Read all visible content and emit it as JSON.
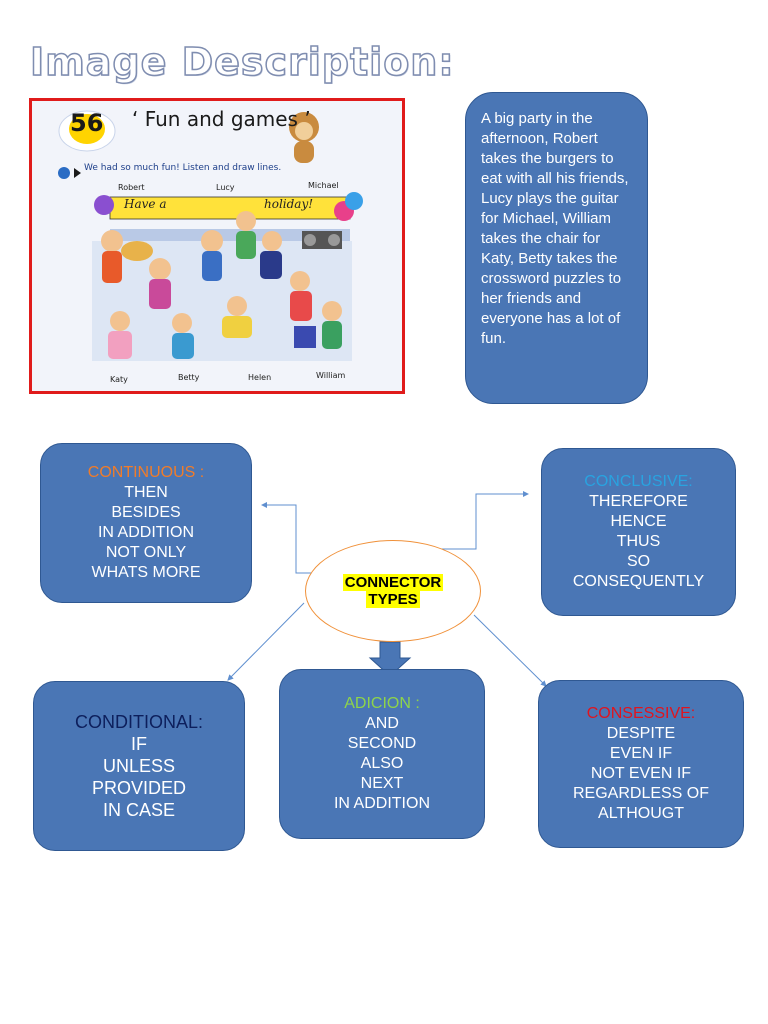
{
  "title": "Image Description:",
  "illustration": {
    "unit_number": "56",
    "unit_title": "‘ Fun and games ’",
    "instruction": "We had so much fun! Listen and draw lines.",
    "names_top": [
      "Robert",
      "Lucy",
      "Michael"
    ],
    "names_bottom": [
      "Katy",
      "Betty",
      "Helen",
      "William"
    ],
    "banner_left": "Have a",
    "banner_right": "holiday!"
  },
  "description": "A big party in the afternoon, Robert takes the burgers to eat with all his friends, Lucy plays the guitar for Michael, William takes the chair for Katy, Betty takes the crossword puzzles to her friends and everyone has a lot of fun.",
  "center": {
    "line1": "CONNECTOR",
    "line2": "TYPES"
  },
  "boxes": {
    "continuous": {
      "label": "CONTINUOUS :",
      "label_color": "#f07c2a",
      "items": [
        "THEN",
        "BESIDES",
        "IN ADDITION",
        "NOT ONLY",
        "WHATS MORE"
      ]
    },
    "conclusive": {
      "label": "CONCLUSIVE:",
      "label_color": "#29a3e0",
      "items": [
        "THEREFORE",
        "HENCE",
        "THUS",
        "SO",
        "CONSEQUENTLY"
      ]
    },
    "conditional": {
      "label": "CONDITIONAL:",
      "label_color": "#0d1f5c",
      "items": [
        "IF",
        "UNLESS",
        "PROVIDED",
        "IN CASE"
      ]
    },
    "adicion": {
      "label": "ADICION :",
      "label_color": "#8ed44a",
      "items": [
        "AND",
        "SECOND",
        "ALSO",
        "NEXT",
        "IN ADDITION"
      ]
    },
    "consessive": {
      "label": "CONSESSIVE:",
      "label_color": "#e0141e",
      "items": [
        "DESPITE",
        "EVEN IF",
        "NOT EVEN IF",
        "REGARDLESS OF",
        "ALTHOUGT"
      ]
    }
  }
}
